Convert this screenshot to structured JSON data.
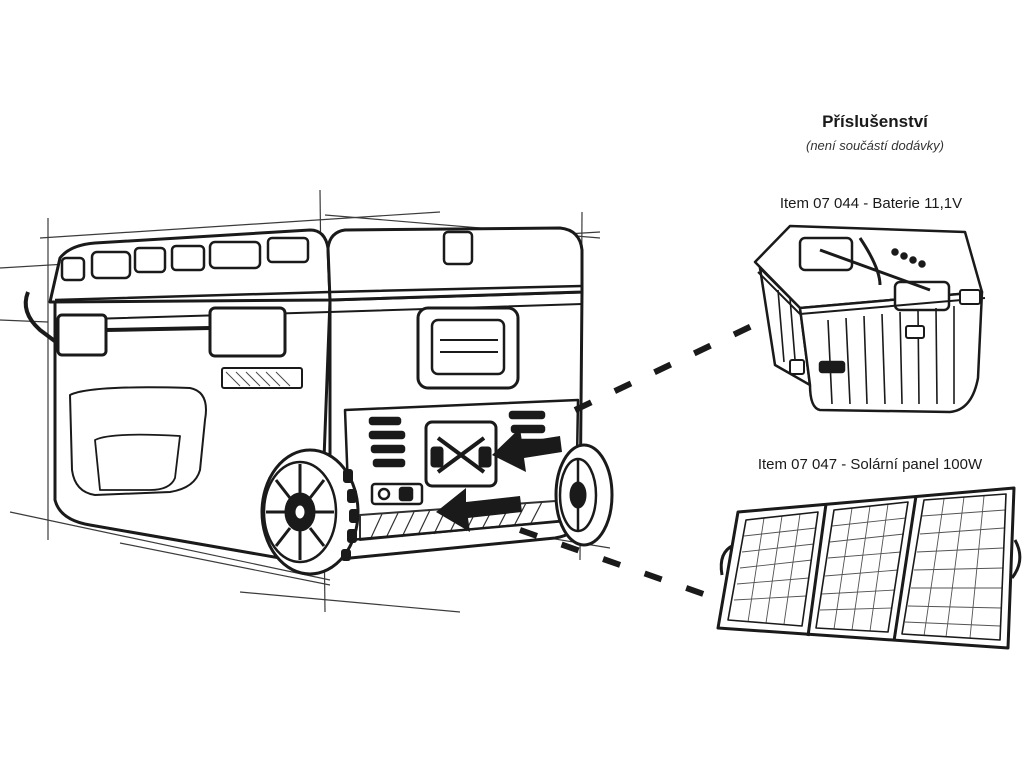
{
  "accessories": {
    "title": "Příslušenství",
    "subtitle": "(není součástí dodávky)"
  },
  "items": {
    "battery": "Item 07 044 - Baterie 11,1V",
    "solar": "Item 07 047 - Solární panel 100W"
  },
  "colors": {
    "ink": "#1a1a1a",
    "background": "#ffffff"
  }
}
